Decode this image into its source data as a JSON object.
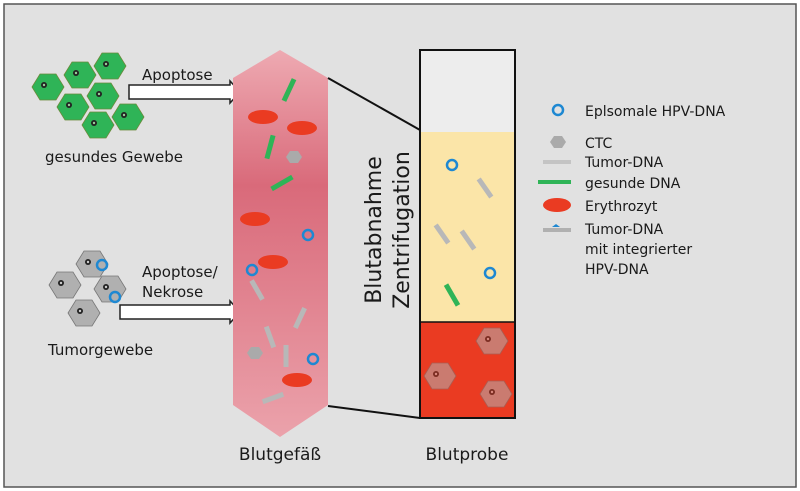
{
  "tissues": {
    "healthy_label": "gesundes Gewebe",
    "tumor_label": "Tumorgewebe",
    "arrow_healthy_label": "Apoptose",
    "arrow_tumor_label_1": "Apoptose/",
    "arrow_tumor_label_2": "Nekrose"
  },
  "vessel": {
    "label": "Blutgefäß"
  },
  "process": {
    "line1": "Blutabnahme",
    "line2": "Zentrifugation"
  },
  "tube": {
    "label": "Blutprobe"
  },
  "legend": {
    "items": [
      {
        "icon": "episomal-hpv-dna-icon",
        "label": "Eplsomale HPV-DNA"
      },
      {
        "icon": "ctc-icon",
        "label": "CTC"
      },
      {
        "icon": "tumor-dna-icon",
        "label": "Tumor-DNA"
      },
      {
        "icon": "healthy-dna-icon",
        "label": "gesunde DNA"
      },
      {
        "icon": "erythrocyte-icon",
        "label": "Erythrozyt"
      },
      {
        "icon": "tumor-dna-hpv-icon",
        "label": "Tumor-DNA",
        "label2": "mit integrierter",
        "label3": "HPV-DNA"
      }
    ]
  },
  "colors": {
    "background": "#e1e1e1",
    "vessel": "#e2919c",
    "plasma": "#fbe5a8",
    "cells": "#ea3b22",
    "green": "#2fb457",
    "blue": "#1e88d2",
    "gray": "#a9a9a9"
  }
}
